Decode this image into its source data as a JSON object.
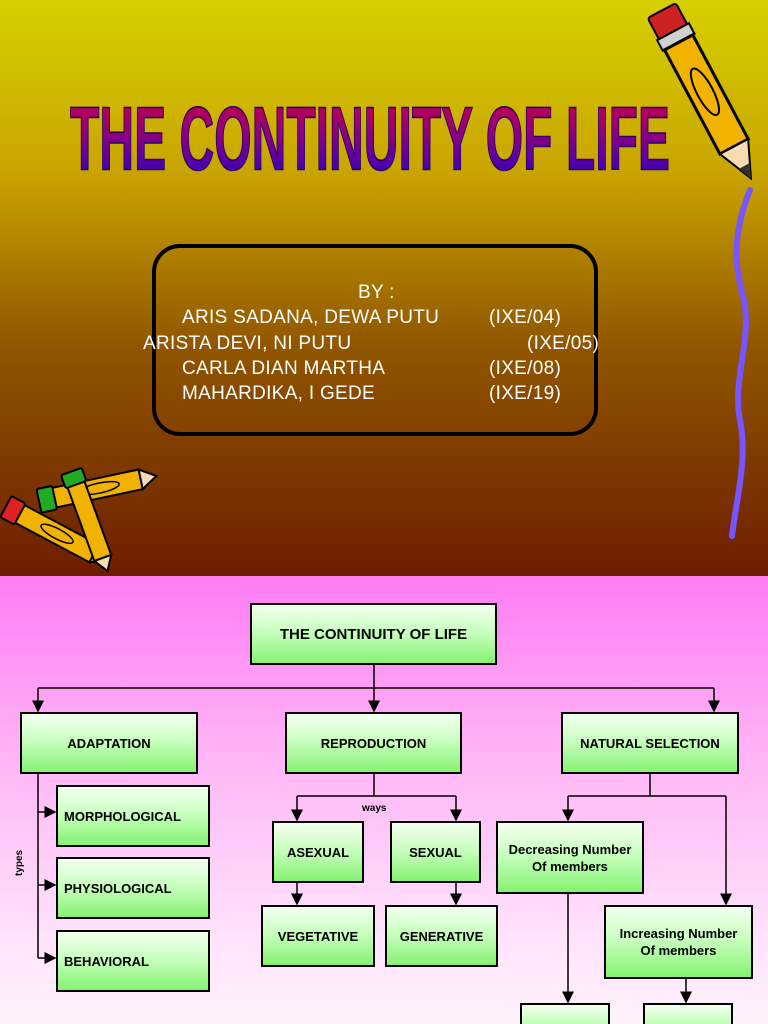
{
  "slide1": {
    "title": "THE CONTINUITY OF LIFE",
    "by_label": "BY :",
    "authors": [
      {
        "name": "ARIS SADANA, DEWA PUTU",
        "code": "(IXE/04)"
      },
      {
        "name": "ARISTA DEVI, NI PUTU",
        "code": "(IXE/05)"
      },
      {
        "name": "CARLA DIAN MARTHA",
        "code": "(IXE/08)"
      },
      {
        "name": "MAHARDIKA, I GEDE",
        "code": "(IXE/19)"
      }
    ],
    "colors": {
      "title_top": "#cc0033",
      "title_bottom": "#1a00cc",
      "box_border": "#000000",
      "text": "#ffffff"
    }
  },
  "slide2": {
    "root": "THE CONTINUITY OF LIFE",
    "branches": {
      "adaptation": "ADAPTATION",
      "reproduction": "REPRODUCTION",
      "natural_selection": "NATURAL SELECTION"
    },
    "adaptation_types_label": "types",
    "adaptation_types": [
      "MORPHOLOGICAL",
      "PHYSIOLOGICAL",
      "BEHAVIORAL"
    ],
    "reproduction_ways_label": "ways",
    "reproduction_ways": {
      "asexual": "ASEXUAL",
      "sexual": "SEXUAL"
    },
    "reproduction_sub": {
      "vegetative": "VEGETATIVE",
      "generative": "GENERATIVE"
    },
    "selection": {
      "decreasing": "Decreasing Number\nOf members",
      "increasing": "Increasing Number\nOf members"
    },
    "colors": {
      "node_top": "#f4fff0",
      "node_bottom": "#86f271",
      "background_top": "#ff7cf4"
    }
  }
}
